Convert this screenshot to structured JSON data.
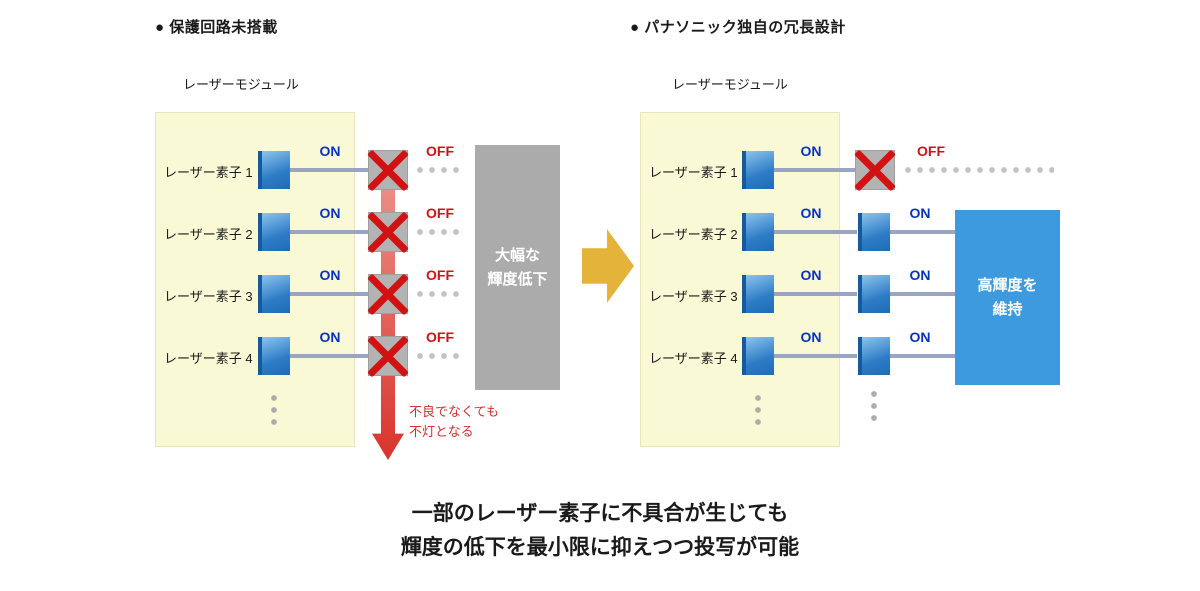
{
  "icons": {
    "laser_element": "blue-square",
    "failed_element": "gray-square-with-red-x",
    "flow_arrow": "gold-right-block-arrow",
    "failure_arrow": "red-down-arrow",
    "continuation_dots": "gray-dots"
  },
  "colors": {
    "module-bg": "#FAF9D6",
    "module-border": "#E9E5BC",
    "element-blue-light": "#8CC4EC",
    "element-blue": "#2E7CC6",
    "element-blue-dark": "#15599F",
    "line": "#9AA5C2",
    "on-blue": "#0633BE",
    "off-red": "#D21212",
    "cross-gray": "#B3B3B3",
    "result-gray": "#ABABAB",
    "result-blue": "#3E9ADF",
    "arrow-red-light": "#EC9A92",
    "arrow-red": "#D8342C",
    "arrow-gold": "#E4B339",
    "dot-gray": "#C2C2C2",
    "text": "#1A1A1A"
  },
  "left": {
    "heading": "● 保護回路未搭載",
    "module_label": "レーザーモジュール",
    "rows": [
      {
        "label": "レーザー素子 1",
        "state1": "ON",
        "state2": "OFF"
      },
      {
        "label": "レーザー素子 2",
        "state1": "ON",
        "state2": "OFF"
      },
      {
        "label": "レーザー素子 3",
        "state1": "ON",
        "state2": "OFF"
      },
      {
        "label": "レーザー素子 4",
        "state1": "ON",
        "state2": "OFF"
      }
    ],
    "result_line1": "大幅な",
    "result_line2": "輝度低下",
    "arrow_caption_line1": "不良でなくても",
    "arrow_caption_line2": "不灯となる"
  },
  "right": {
    "heading": "● パナソニック独自の冗長設計",
    "module_label": "レーザーモジュール",
    "rows": [
      {
        "label": "レーザー素子 1",
        "state1": "ON",
        "state2": "OFF"
      },
      {
        "label": "レーザー素子 2",
        "state1": "ON",
        "state2": "ON"
      },
      {
        "label": "レーザー素子 3",
        "state1": "ON",
        "state2": "ON"
      },
      {
        "label": "レーザー素子 4",
        "state1": "ON",
        "state2": "ON"
      }
    ],
    "result_line1": "高輝度を",
    "result_line2": "維持"
  },
  "caption": {
    "line1": "一部のレーザー素子に不具合が生じても",
    "line2": "輝度の低下を最小限に抑えつつ投写が可能"
  }
}
